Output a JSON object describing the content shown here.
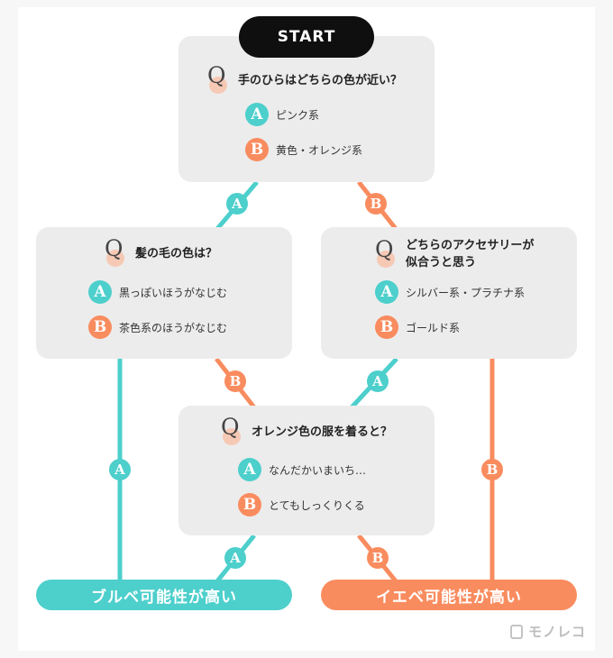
{
  "start": "START",
  "q1": {
    "question": "手のひらはどちらの色が近い？",
    "a": "ピンク系",
    "b": "黄色・オレンジ系"
  },
  "q2": {
    "question": "髪の毛の色は？",
    "a": "黒っぽいほうがなじむ",
    "b": "茶色系のほうがなじむ"
  },
  "q3": {
    "question_line1": "どちらのアクセサリーが",
    "question_line2": "似合うと思う",
    "a": "シルバー系・プラチナ系",
    "b": "ゴールド系"
  },
  "q4": {
    "question": "オレンジ色の服を着ると？",
    "a": "なんだかいまいち…",
    "b": "とてもしっくりくる"
  },
  "labels": {
    "q": "Q",
    "a": "A",
    "b": "B"
  },
  "results": {
    "blue_base": "ブルベ可能性が高い",
    "yellow_base": "イエベ可能性が高い"
  },
  "logo": "モノレコ",
  "colors": {
    "teal": "#4dcfcc",
    "orange": "#f98c5f",
    "start_bg": "#0f0f10",
    "box_bg": "#ececec"
  }
}
